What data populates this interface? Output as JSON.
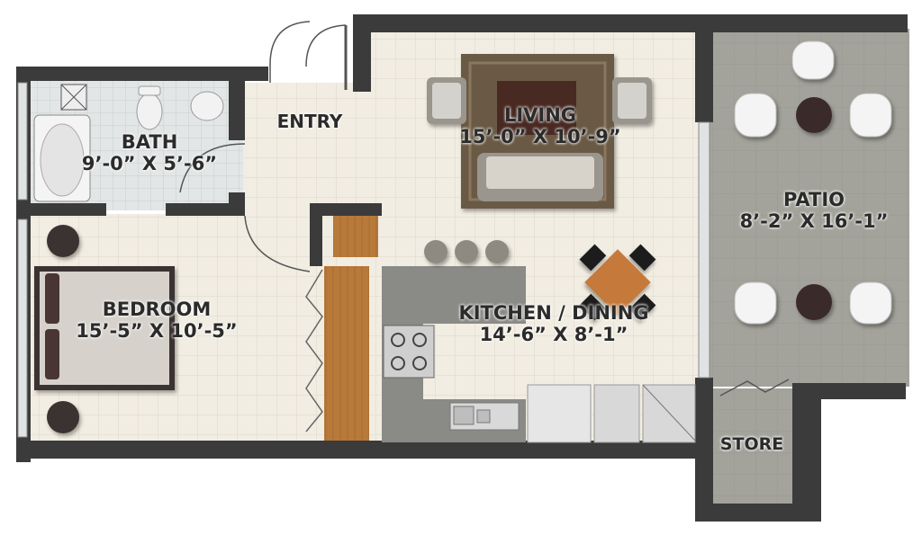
{
  "rooms": {
    "bath": {
      "name": "BATH",
      "dims": "9’-0” X 5’-6”"
    },
    "entry": {
      "name": "ENTRY"
    },
    "living": {
      "name": "LIVING",
      "dims": "15’-0” X 10’-9”"
    },
    "patio": {
      "name": "PATIO",
      "dims": "8’-2” X 16’-1”"
    },
    "bedroom": {
      "name": "BEDROOM",
      "dims": "15’-5” X 10’-5”"
    },
    "kitchen": {
      "name": "KITCHEN / DINING",
      "dims": "14’-6” X 8’-1”"
    },
    "store": {
      "name": "STORE"
    }
  },
  "colors": {
    "wall": "#3b3b3b",
    "floor_tile": "#f1ede2",
    "patio_floor": "#a3a39b",
    "rug": "#6b5a45",
    "wood": "#b77a3a",
    "counter": "#8a8a86",
    "chair": "#ececec",
    "dark_accent": "#3a2a2a"
  },
  "icons": [
    "bathtub-icon",
    "toilet-icon",
    "sink-icon",
    "shower-drain-icon",
    "sofa-icon",
    "armchair-icon",
    "coffee-table-icon",
    "bar-stool-icon",
    "dining-table-icon",
    "stove-icon",
    "kitchen-sink-icon",
    "refrigerator-icon",
    "bed-icon",
    "nightstand-icon",
    "wardrobe-icon",
    "patio-chair-icon",
    "patio-table-icon",
    "door-swing-icon"
  ]
}
